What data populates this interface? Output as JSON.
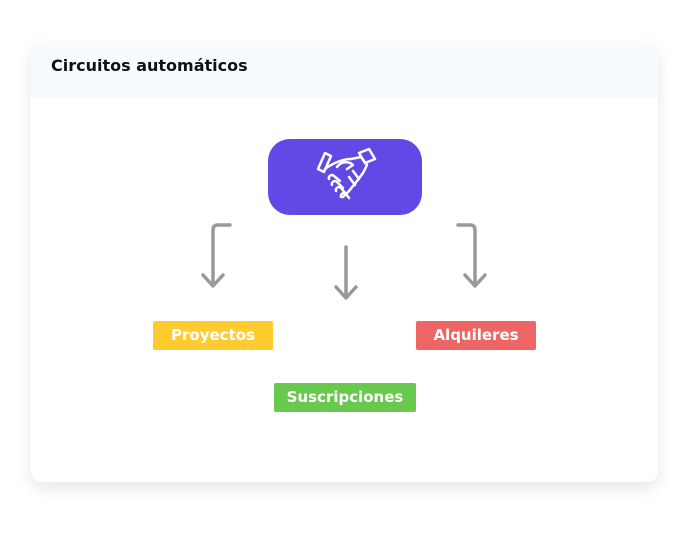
{
  "card": {
    "title": "Circuitos automáticos"
  },
  "hub": {
    "icon": "handshake-icon",
    "color": "#6149e6"
  },
  "categories": [
    {
      "label": "Proyectos",
      "color": "#ffcb2f"
    },
    {
      "label": "Alquileres",
      "color": "#ee6566"
    },
    {
      "label": "Suscripciones",
      "color": "#68c94e"
    }
  ]
}
